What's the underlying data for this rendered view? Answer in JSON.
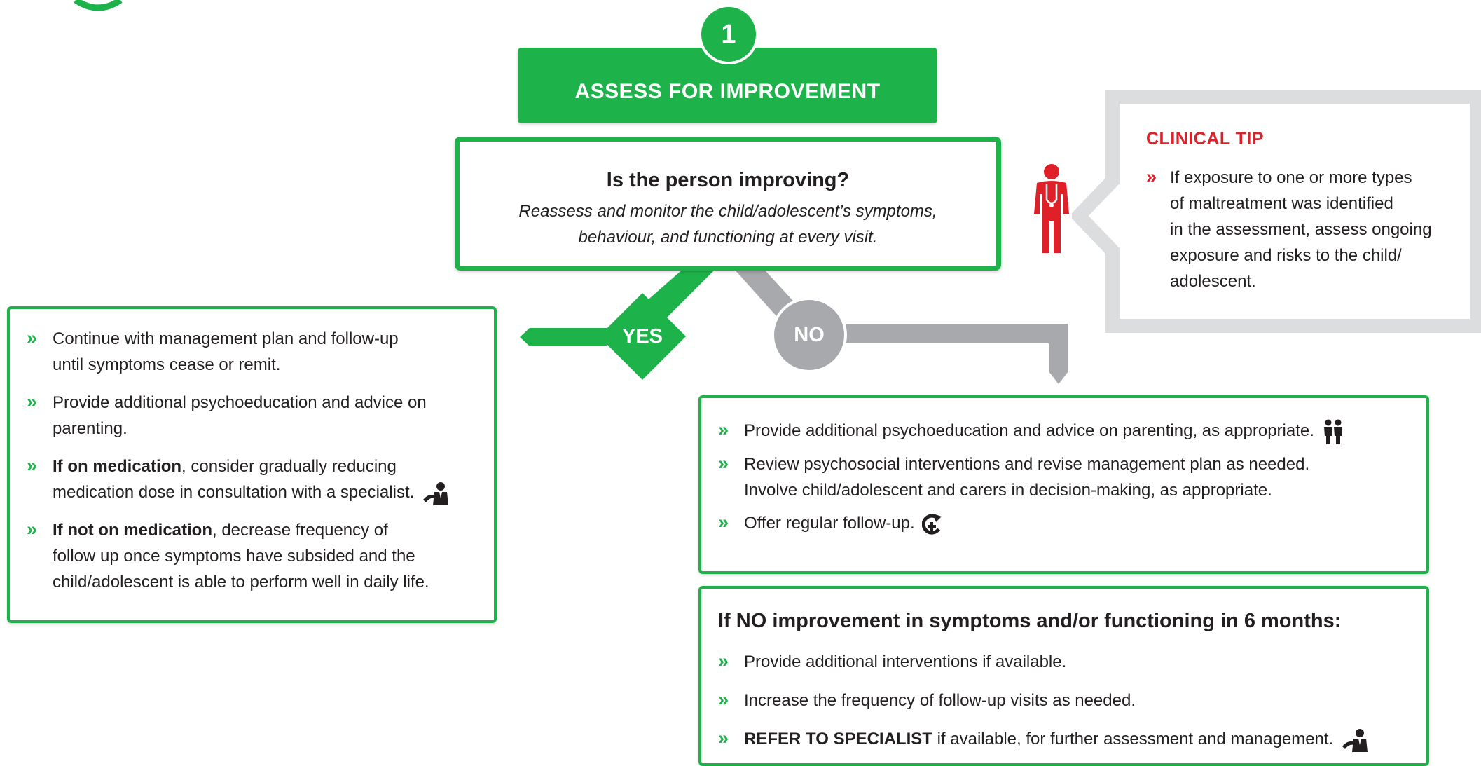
{
  "step": {
    "number": "1",
    "title": "ASSESS FOR IMPROVEMENT"
  },
  "question": {
    "title": "Is the person improving?",
    "subtitle_line1": "Reassess and monitor the child/adolescent’s symptoms,",
    "subtitle_line2": "behaviour, and functioning at every visit."
  },
  "branches": {
    "yes_label": "YES",
    "no_label": "NO"
  },
  "clinical_tip": {
    "heading": "CLINICAL TIP",
    "lines": [
      "If exposure to one or more types",
      "of maltreatment was identified",
      "in the assessment, assess ongoing",
      "exposure and risks to the child/",
      "adolescent."
    ]
  },
  "yes_box": {
    "items": [
      {
        "lines": [
          "Continue with management plan and follow-up",
          "until symptoms cease or remit."
        ]
      },
      {
        "lines": [
          "Provide additional psychoeducation and advice on",
          "parenting."
        ]
      },
      {
        "bold": "If on medication",
        "rest1": ", consider gradually reducing",
        "line2": "medication dose in consultation with a specialist."
      },
      {
        "bold": "If not on medication",
        "rest1": ", decrease frequency of",
        "line2": "follow up once symptoms have subsided and the",
        "line3": "child/adolescent is able to perform well in daily life."
      }
    ]
  },
  "no_box": {
    "items": [
      {
        "text": "Provide additional psychoeducation and advice on parenting, as appropriate."
      },
      {
        "line1": "Review psychosocial interventions and revise management plan as needed.",
        "line2": "Involve child/adolescent and carers in decision-making, as appropriate."
      },
      {
        "text": "Offer regular follow-up."
      }
    ]
  },
  "no_improvement_box": {
    "heading": "If NO improvement in symptoms and/or functioning in 6 months:",
    "items": [
      {
        "text": "Provide additional interventions if available."
      },
      {
        "text": "Increase the frequency of follow-up visits as needed."
      },
      {
        "bold": "REFER TO SPECIALIST",
        "rest": " if available, for further assessment and management."
      }
    ]
  },
  "bullet_glyph": "»",
  "icons": [
    "clinician-icon",
    "specialist-icon",
    "parents-icon",
    "follow-up-icon"
  ],
  "colors": {
    "green": "#1db34a",
    "gray": "#a7a9ac",
    "light_gray": "#dcdddf",
    "red": "#e02028"
  }
}
